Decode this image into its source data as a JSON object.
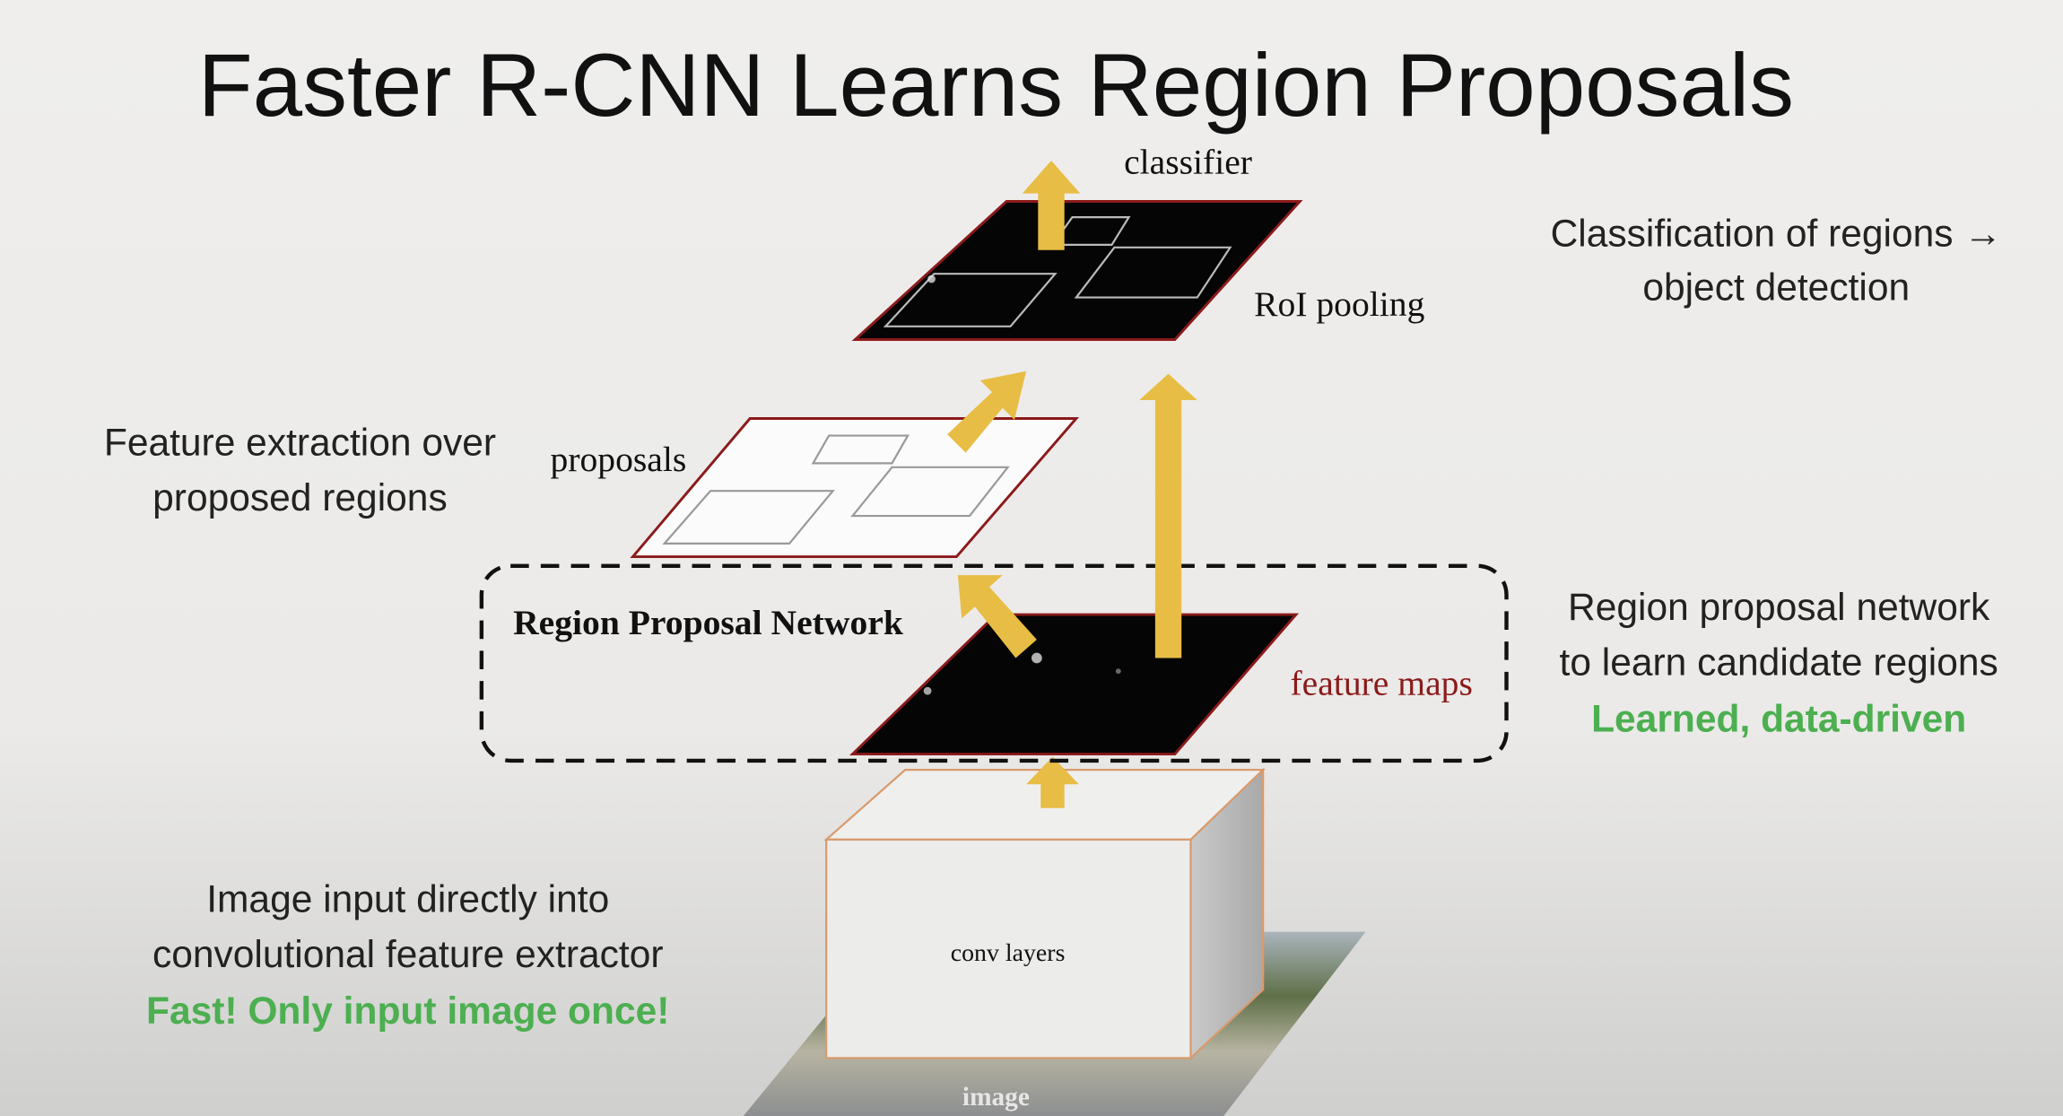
{
  "slide": {
    "title": "Faster R-CNN Learns Region Proposals"
  },
  "diagram": {
    "classifier_label": "classifier",
    "roi_pooling_label": "RoI pooling",
    "proposals_label": "proposals",
    "rpn_label": "Region Proposal Network",
    "feature_maps_label": "feature maps",
    "conv_layers_label": "conv layers",
    "image_label": "image"
  },
  "annotations": {
    "classification": {
      "line1": "Classification of regions →",
      "line2": "object detection"
    },
    "feature_extraction": {
      "line1": "Feature extraction over",
      "line2": "proposed regions"
    },
    "rpn": {
      "line1": "Region proposal network",
      "line2": "to learn candidate regions",
      "highlight": "Learned, data-driven"
    },
    "image_input": {
      "line1": "Image input directly into",
      "line2": "convolutional feature extractor",
      "highlight": "Fast! Only input image once!"
    }
  },
  "colors": {
    "arrow": "#e8bd45",
    "highlight_green": "#4caf50",
    "map_border": "#8b1a1a",
    "box_border": "#d99a6c"
  }
}
